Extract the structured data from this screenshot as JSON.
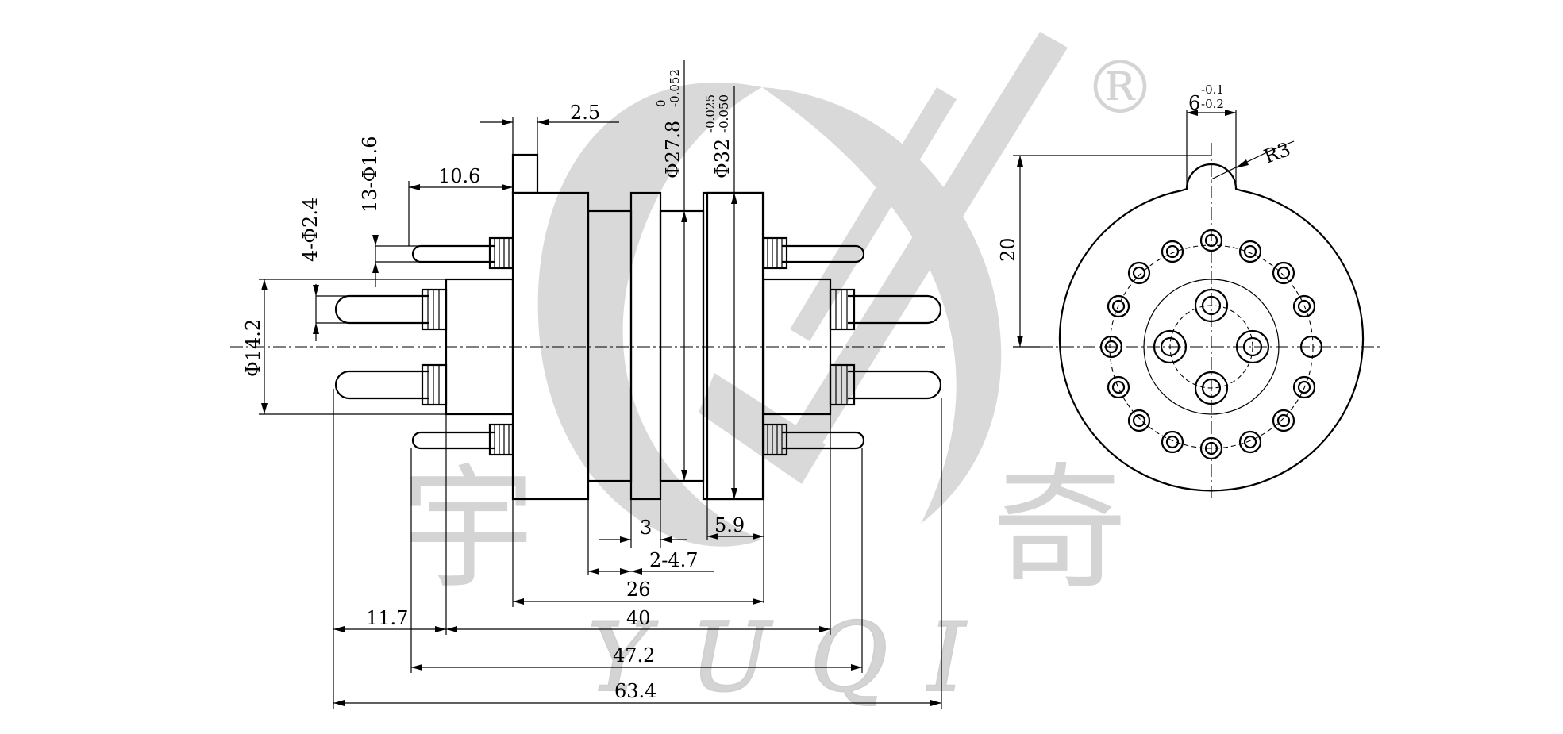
{
  "watermark": {
    "cjk_left": "宇",
    "cjk_right": "奇",
    "latin": "YUQI",
    "registered": "®"
  },
  "dims": {
    "d_2_5": "2.5",
    "d_10_6": "10.6",
    "d_13_phi1_6": "13-Φ1.6",
    "d_4_phi2_4": "4-Φ2.4",
    "d_phi14_2": "Φ14.2",
    "d_phi27_8": "Φ27.8",
    "tol_27_8_upper": "0",
    "tol_27_8_lower": "-0.052",
    "d_phi32": "Φ32",
    "tol_32_upper": "-0.025",
    "tol_32_lower": "-0.050",
    "d_3": "3",
    "d_5_9": "5.9",
    "d_2_4_7": "2-4.7",
    "d_26": "26",
    "d_11_7": "11.7",
    "d_40": "40",
    "d_47_2": "47.2",
    "d_63_4": "63.4",
    "d_6": "6",
    "tol_6_upper": "-0.1",
    "tol_6_lower": "-0.2",
    "d_r3": "R3",
    "d_20": "20"
  }
}
